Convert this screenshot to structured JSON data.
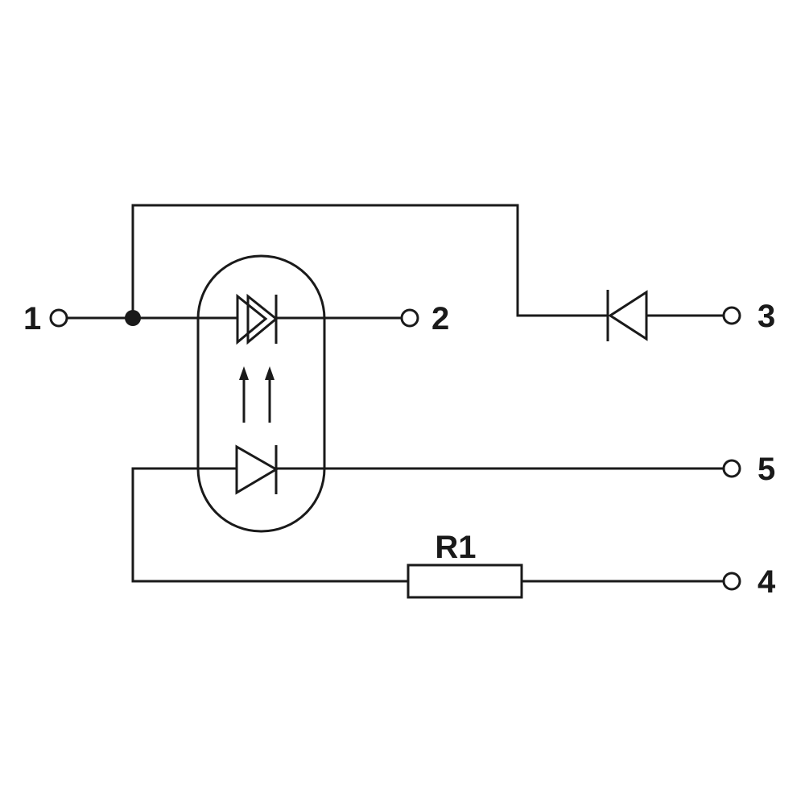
{
  "colors": {
    "line": "#1a1a1a",
    "background": "#ffffff"
  },
  "terminals": {
    "t1": "1",
    "t2": "2",
    "t3": "3",
    "t4": "4",
    "t5": "5"
  },
  "components": {
    "resistor": "R1"
  }
}
